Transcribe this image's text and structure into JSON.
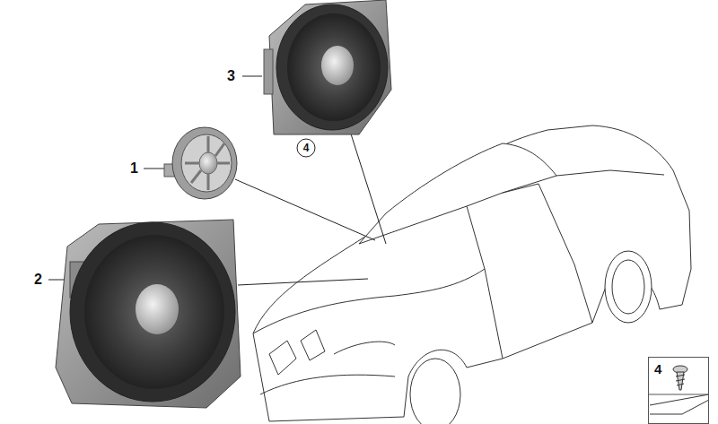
{
  "diagram": {
    "nodes": [
      {
        "text": [
          "4"
        ]
      },
      {
        "text": [
          "4"
        ]
      }
    ],
    "labels": [
      "3",
      "1",
      "2"
    ]
  }
}
